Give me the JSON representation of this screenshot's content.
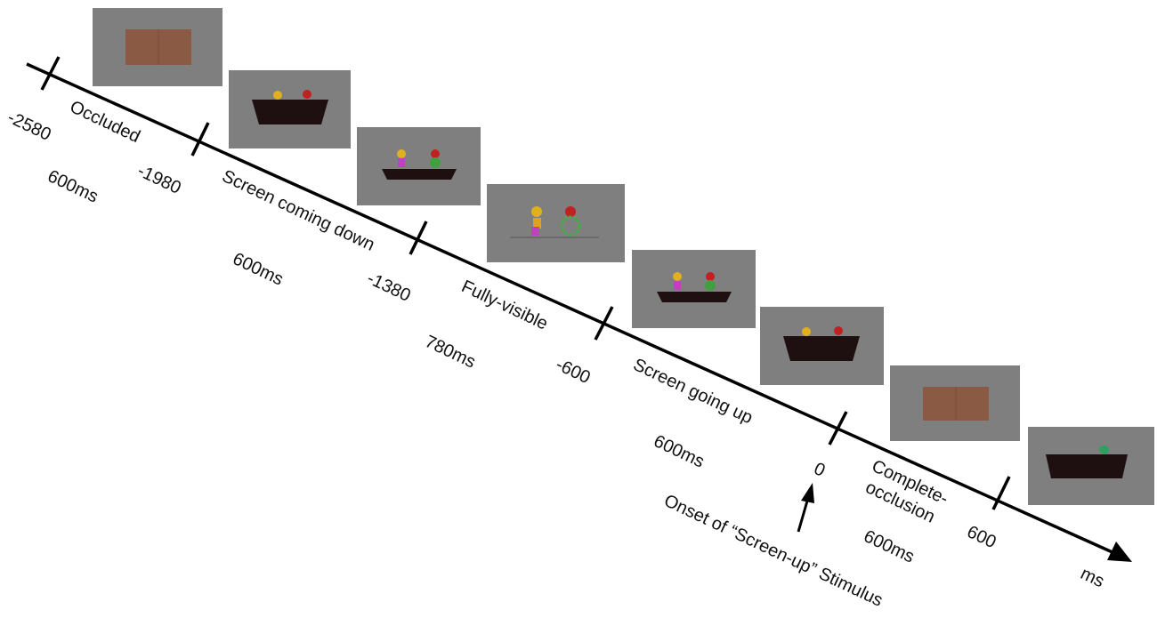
{
  "timeline": {
    "unit": "ms",
    "ticks": [
      "-2580",
      "-1980",
      "-1380",
      "-600",
      "0",
      "600"
    ],
    "phases": [
      {
        "name": "Occluded",
        "duration": "600ms"
      },
      {
        "name": "Screen coming down",
        "duration": "600ms"
      },
      {
        "name": "Fully-visible",
        "duration": "780ms"
      },
      {
        "name": "Screen going up",
        "duration": "600ms"
      },
      {
        "name_line1": "Complete-",
        "name_line2": "occlusion",
        "duration": "600ms"
      }
    ],
    "onset_label": "Onset of “Screen-up” Stimulus"
  },
  "colors": {
    "frame_gray": "#7f7f7f",
    "screen_brown": "#8a5a45",
    "box_dark": "#1e1010",
    "axis": "#000000"
  },
  "frames": [
    {
      "kind": "brown-screen"
    },
    {
      "kind": "box-high-screen"
    },
    {
      "kind": "box-low-screen"
    },
    {
      "kind": "fully-visible"
    },
    {
      "kind": "box-low-screen"
    },
    {
      "kind": "box-high-screen"
    },
    {
      "kind": "brown-screen"
    },
    {
      "kind": "box-with-object"
    }
  ]
}
